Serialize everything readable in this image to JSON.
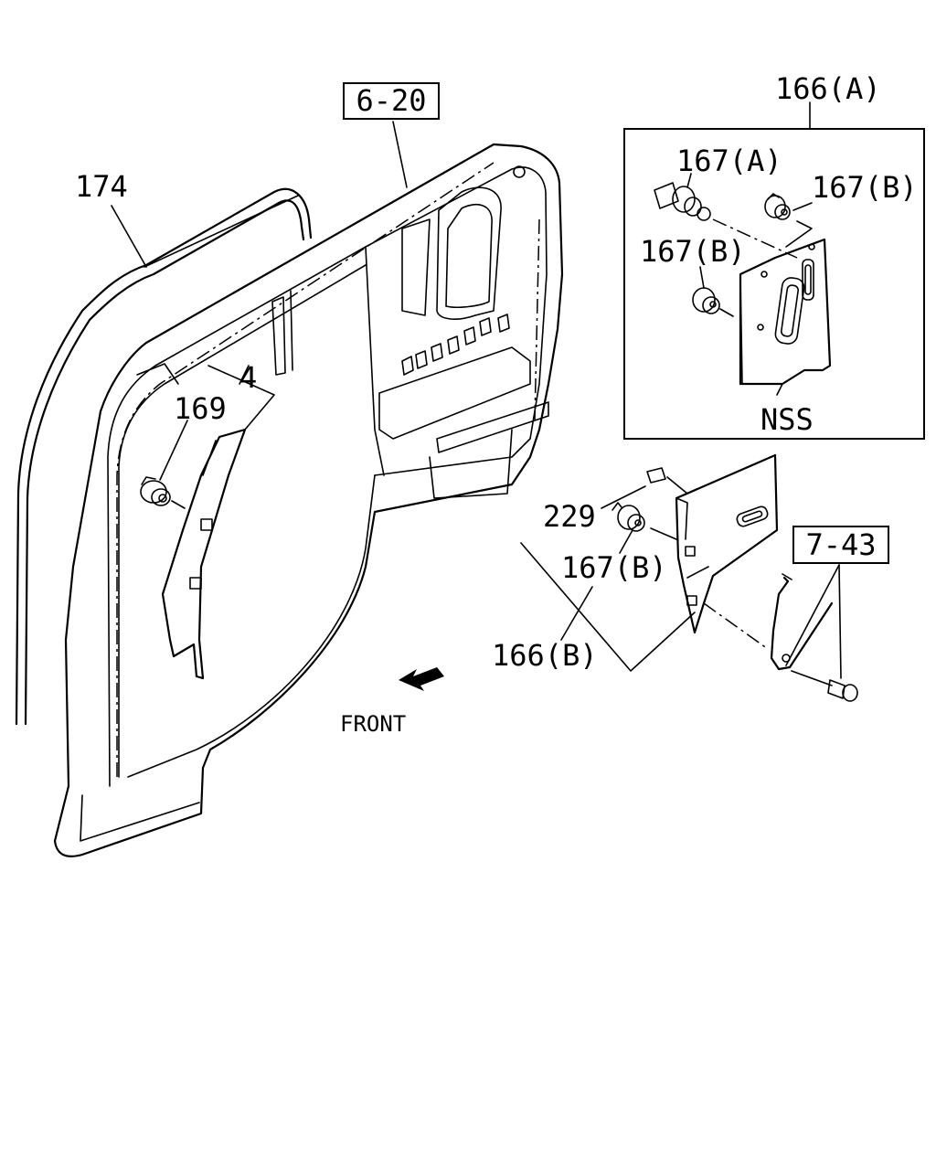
{
  "labels": {
    "ref_6_20": "6-20",
    "ref_7_43": "7-43",
    "part_174": "174",
    "part_4": "4",
    "part_169": "169",
    "part_166A": "166(A)",
    "part_167A": "167(A)",
    "part_167B_top": "167(B)",
    "part_167B_mid": "167(B)",
    "nss": "NSS",
    "part_229": "229",
    "part_167B_low": "167(B)",
    "part_166B": "166(B)",
    "front": "FRONT"
  }
}
